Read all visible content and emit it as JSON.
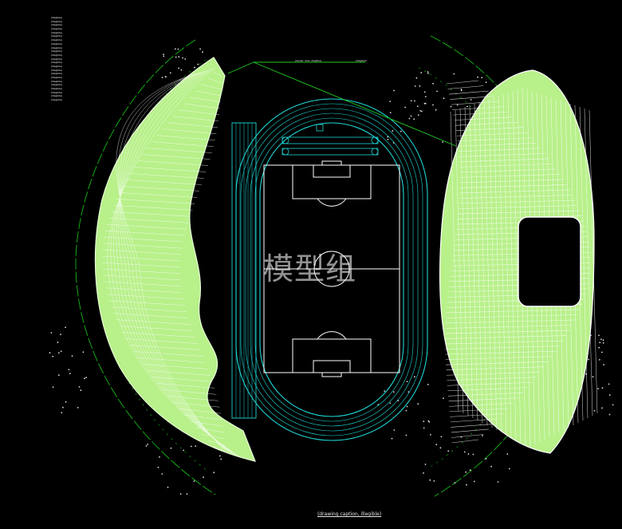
{
  "drawing": {
    "watermark": "模型组",
    "caption": "(drawing caption, illegible)",
    "leader_label": "(leader note, illegible)",
    "leader_number": "(illegible)",
    "notes": [
      "(illegible)",
      "(illegible)",
      "(illegible)",
      "(illegible)",
      "(illegible)",
      "(illegible)",
      "(illegible)",
      "(illegible)",
      "(illegible)",
      "(illegible)",
      "(illegible)",
      "(illegible)",
      "(illegible)",
      "(illegible)",
      "(illegible)",
      "(illegible)",
      "(illegible)",
      "(illegible)",
      "(illegible)",
      "(illegible)",
      "(illegible)",
      "(illegible)",
      "(illegible)"
    ]
  },
  "colors": {
    "background": "#000000",
    "track": "#1fd6d6",
    "field": "#ffffff",
    "stand_fill": "#b8f08a",
    "stand_mesh": "#ffffff",
    "axis_lines": "#16b816",
    "leader": "#22cc22"
  }
}
